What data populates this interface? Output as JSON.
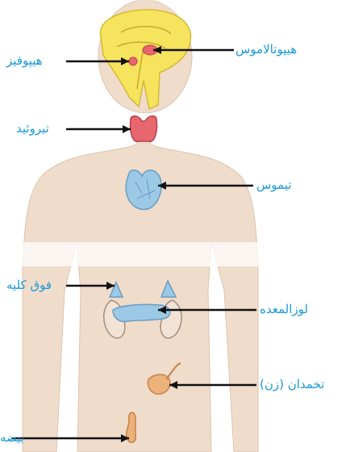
{
  "colors": {
    "label": "#1a9ad6",
    "leader": "#111111",
    "skin": "#f0dccb",
    "brain": "#f6e45f",
    "thyroid": "#e8666e",
    "gland_blue": "#9bc9e6",
    "ovary": "#ecb27a"
  },
  "labels": {
    "hypothalamus": "هیپوتالاموس",
    "pituitary": "هیپوفیز",
    "thyroid": "تیروئید",
    "thymus": "تیموس",
    "adrenal": "فوق کلیه",
    "pancreas": "لوزالمعده",
    "ovary": "تخمدان (زن)",
    "testis": "بیضه"
  }
}
